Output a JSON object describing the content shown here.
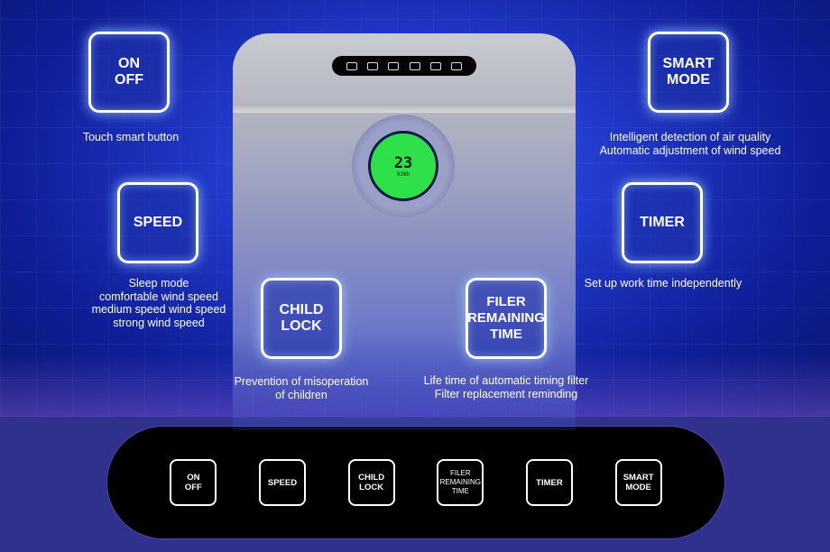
{
  "features": [
    {
      "label": "ON\nOFF",
      "caption": "Touch smart button"
    },
    {
      "label": "SMART\nMODE",
      "caption": "Intelligent detection of air quality\nAutomatic adjustment of wind speed"
    },
    {
      "label": "SPEED",
      "caption": "Sleep mode\ncomfortable wind speed\nmedium speed wind speed\nstrong wind speed"
    },
    {
      "label": "TIMER",
      "caption": "Set up work time independently"
    },
    {
      "label": "CHILD\nLOCK",
      "caption": "Prevention of misoperation\nof children"
    },
    {
      "label": "FILER\nREMAINING\nTIME",
      "caption": "Life time of automatic timing filter\nFilter replacement reminding"
    }
  ],
  "display": {
    "reading": "23",
    "filter_hours": "938h"
  },
  "panel_buttons": [
    "ON\nOFF",
    "SPEED",
    "CHILD\nLOCK",
    "FILER\nREMAINING\nTIME",
    "TIMER",
    "SMART\nMODE"
  ]
}
